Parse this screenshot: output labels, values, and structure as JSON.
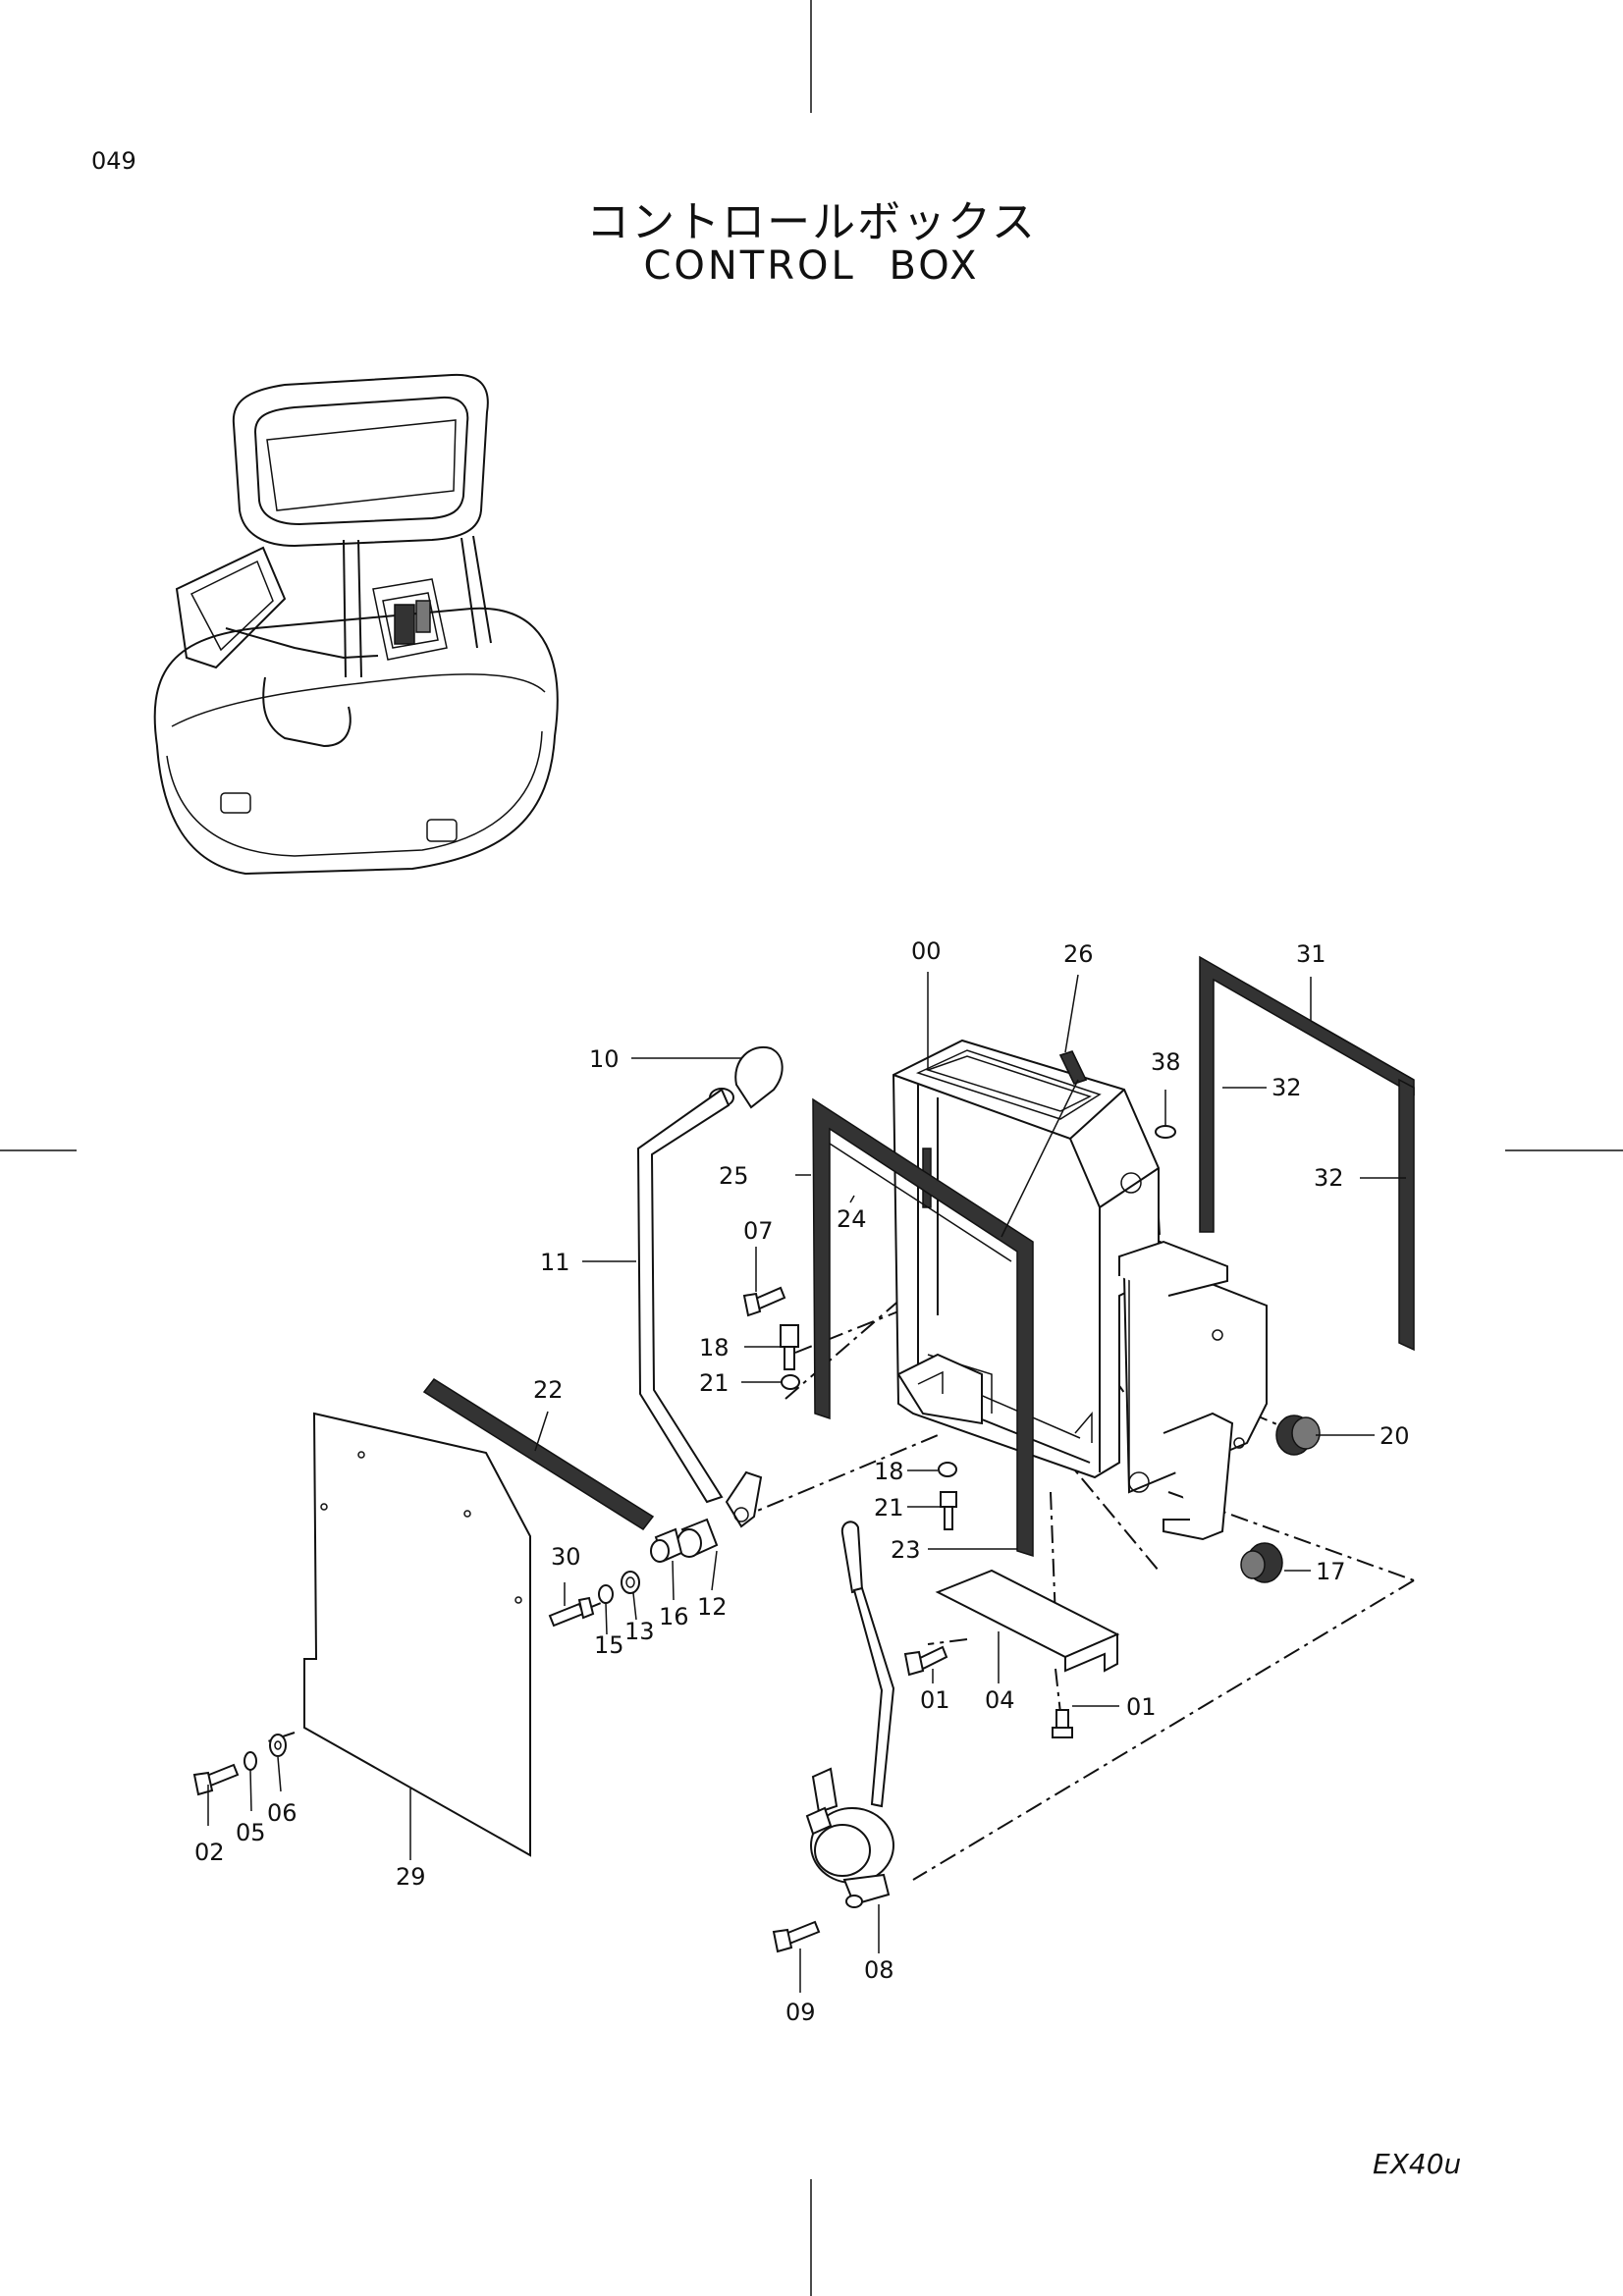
{
  "page_number": "049",
  "title_jp": "コントロールボックス",
  "title_en": "CONTROL  BOX",
  "model": "EX40u",
  "callouts": {
    "c00": "00",
    "c01a": "01",
    "c01b": "01",
    "c02": "02",
    "c04": "04",
    "c05": "05",
    "c06": "06",
    "c07": "07",
    "c08": "08",
    "c09": "09",
    "c10": "10",
    "c11": "11",
    "c12": "12",
    "c13": "13",
    "c15": "15",
    "c16": "16",
    "c17": "17",
    "c18a": "18",
    "c18b": "18",
    "c20": "20",
    "c21a": "21",
    "c21b": "21",
    "c22": "22",
    "c23": "23",
    "c24": "24",
    "c25": "25",
    "c26": "26",
    "c29": "29",
    "c30": "30",
    "c31": "31",
    "c32a": "32",
    "c32b": "32",
    "c38": "38"
  }
}
